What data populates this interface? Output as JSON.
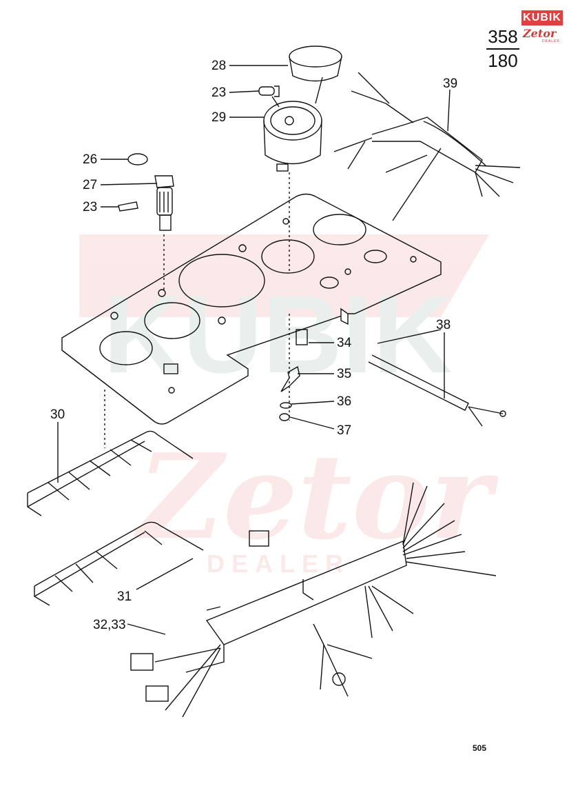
{
  "header": {
    "page_number_top": "358",
    "page_number_bottom": "180",
    "logo_brand": "KUBIK",
    "logo_sub": "Zetor",
    "logo_dealer": "DEALER"
  },
  "watermark": {
    "brand": "KUBIK",
    "sub": "Zetor",
    "dealer": "DEALER"
  },
  "callouts": [
    "28",
    "23",
    "29",
    "39",
    "26",
    "27",
    "23",
    "34",
    "35",
    "38",
    "36",
    "37",
    "30",
    "31",
    "32,33"
  ],
  "footer": {
    "code": "505"
  }
}
